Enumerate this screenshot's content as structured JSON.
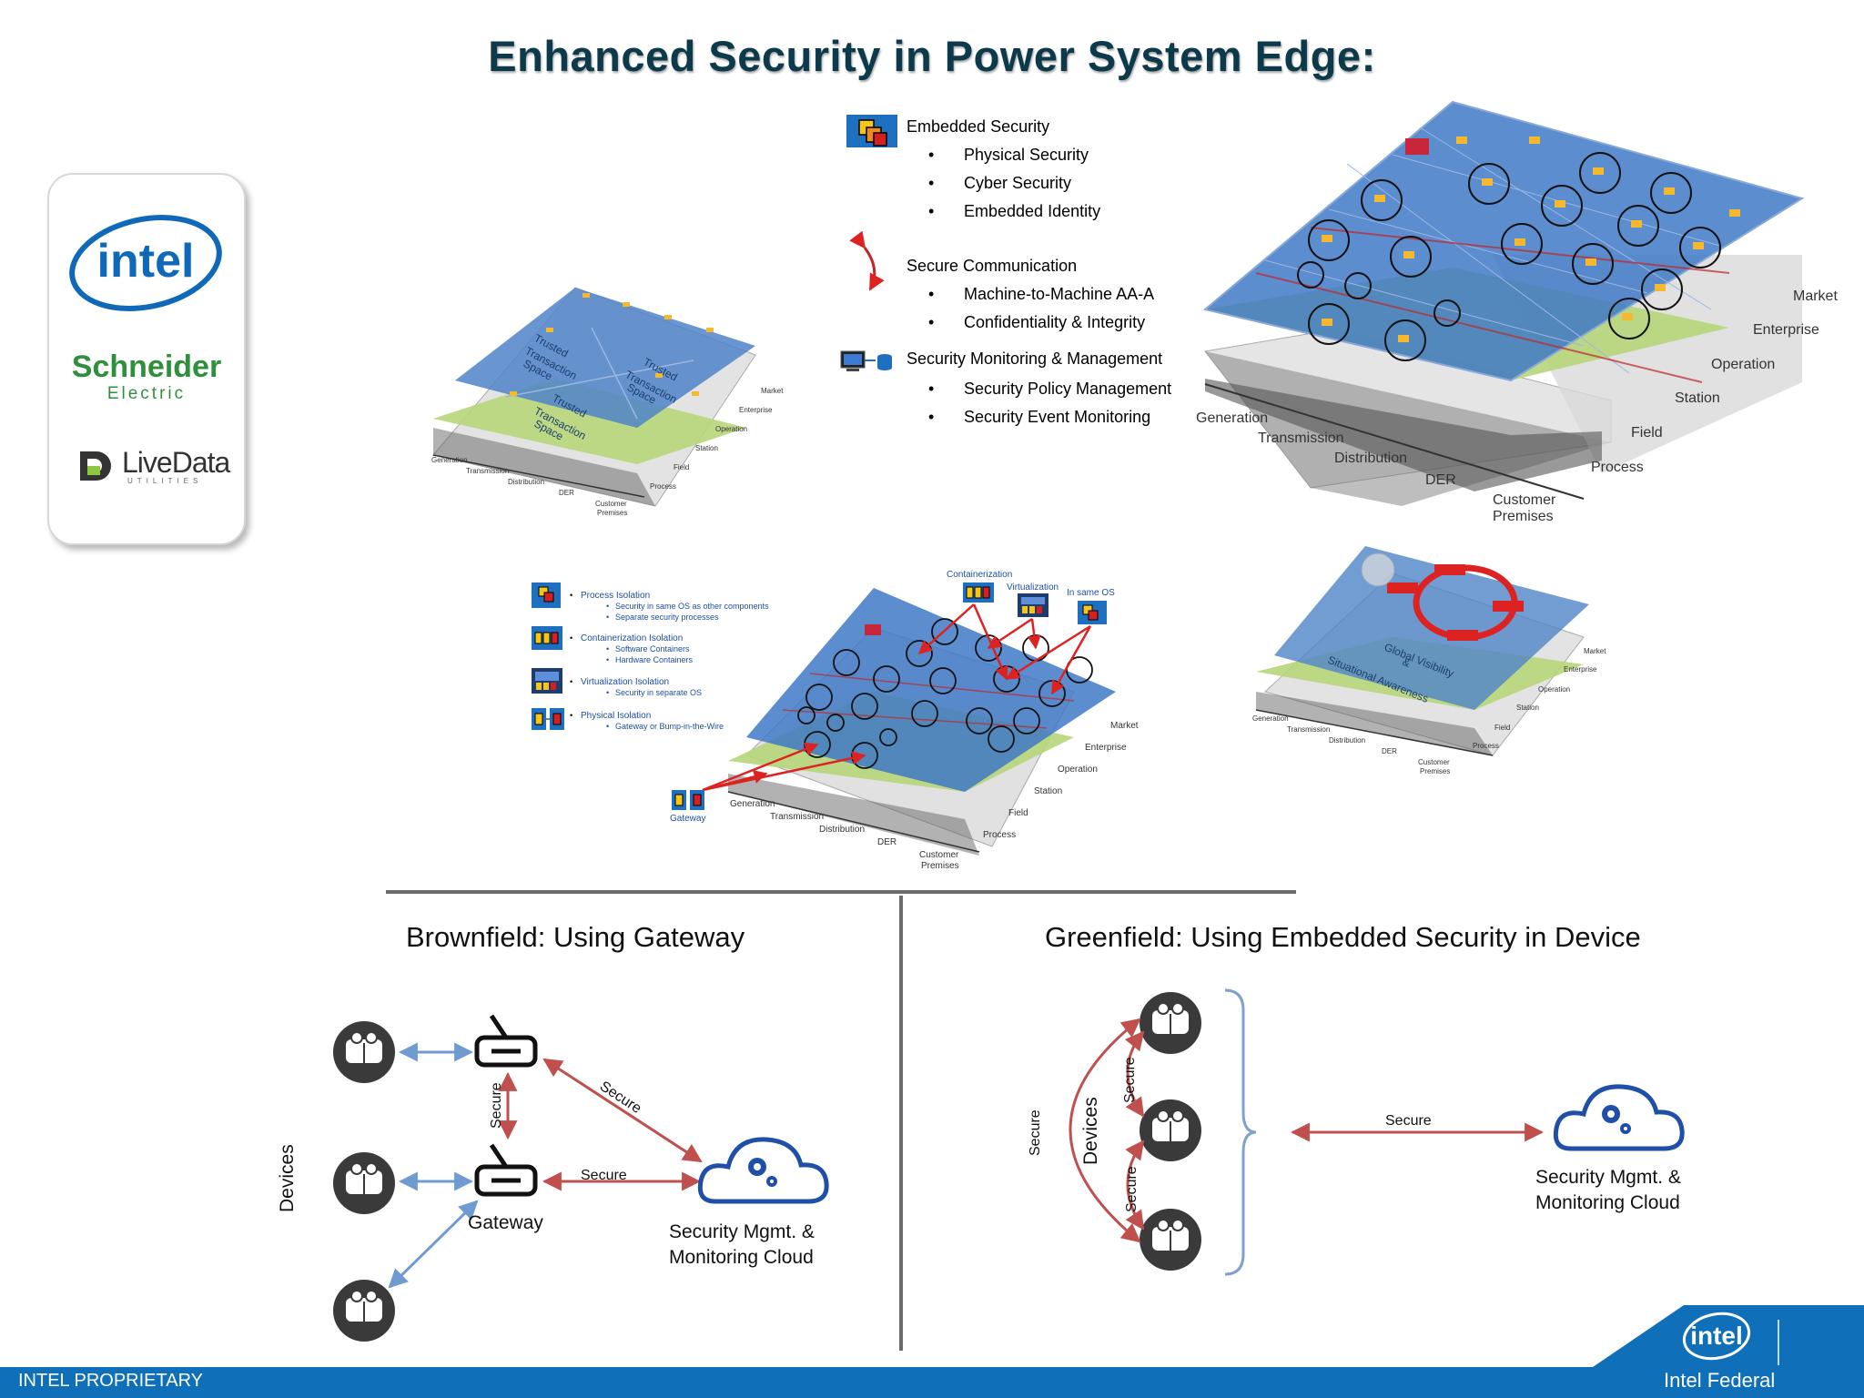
{
  "title": "Enhanced Security in Power System Edge:",
  "logos": {
    "intel": "intel",
    "schneider_top": "Schneider",
    "schneider_bottom": "Electric",
    "livedata": "LiveData",
    "livedata_sub": "UTILITIES"
  },
  "legend": {
    "embedded_security": {
      "title": "Embedded Security",
      "items": [
        "Physical Security",
        "Cyber Security",
        "Embedded Identity"
      ]
    },
    "secure_communication": {
      "title": "Secure Communication",
      "items": [
        "Machine-to-Machine AA-A",
        "Confidentiality & Integrity"
      ]
    },
    "monitoring": {
      "title": "Security Monitoring & Management",
      "items": [
        "Security Policy Management",
        "Security Event Monitoring"
      ]
    }
  },
  "large_grid": {
    "layers": [
      "Market",
      "Enterprise",
      "Operation",
      "Station",
      "Field",
      "Process"
    ],
    "domains": [
      "Generation",
      "Transmission",
      "Distribution",
      "DER",
      "Customer",
      "Premises"
    ]
  },
  "small_grid_tl": {
    "spaces": [
      "Trusted",
      "Transaction",
      "Space"
    ],
    "layers": [
      "Market",
      "Enterprise",
      "Operation",
      "Station",
      "Field",
      "Process"
    ],
    "domains": [
      "Generation",
      "Transmission",
      "Distribution",
      "DER",
      "Customer",
      "Premises"
    ]
  },
  "isolation_legend": {
    "process": {
      "title": "Process Isolation",
      "items": [
        "Security in same OS as other components",
        "Separate security processes"
      ]
    },
    "container": {
      "title": "Containerization Isolation",
      "items": [
        "Software Containers",
        "Hardware Containers"
      ]
    },
    "virtual": {
      "title": "Virtualization Isolation",
      "items": [
        "Security in separate OS"
      ]
    },
    "physical": {
      "title": "Physical Isolation",
      "items": [
        "Gateway or Bump-in-the-Wire"
      ]
    }
  },
  "mid_grid": {
    "labels": {
      "containerization": "Containerization",
      "virtualization": "Virtualization",
      "in_same_os": "In same OS",
      "gateway": "Gateway"
    },
    "layers": [
      "Market",
      "Enterprise",
      "Operation",
      "Station",
      "Field",
      "Process"
    ],
    "domains": [
      "Generation",
      "Transmission",
      "Distribution",
      "DER",
      "Customer",
      "Premises"
    ]
  },
  "right_grid": {
    "overlay": [
      "Global Visibility",
      "&",
      "Situational Awareness"
    ],
    "layers": [
      "Market",
      "Enterprise",
      "Operation",
      "Station",
      "Field",
      "Process"
    ],
    "domains": [
      "Generation",
      "Transmission",
      "Distribution",
      "DER",
      "Customer",
      "Premises"
    ]
  },
  "brownfield": {
    "heading": "Brownfield: Using Gateway",
    "devices_label": "Devices",
    "gateway_label": "Gateway",
    "secure": "Secure",
    "cloud_label_1": "Security Mgmt. &",
    "cloud_label_2": "Monitoring Cloud"
  },
  "greenfield": {
    "heading": "Greenfield: Using Embedded Security in Device",
    "devices_label": "Devices",
    "secure": "Secure",
    "cloud_label_1": "Security Mgmt. &",
    "cloud_label_2": "Monitoring Cloud"
  },
  "footer": {
    "left": "INTEL PROPRIETARY",
    "right": "Intel Federal",
    "logo": "intel"
  },
  "colors": {
    "primary_blue": "#0f6fb8",
    "secure_red": "#c0504d",
    "link_blue": "#6f9bd1",
    "title": "#0c3a4a"
  }
}
